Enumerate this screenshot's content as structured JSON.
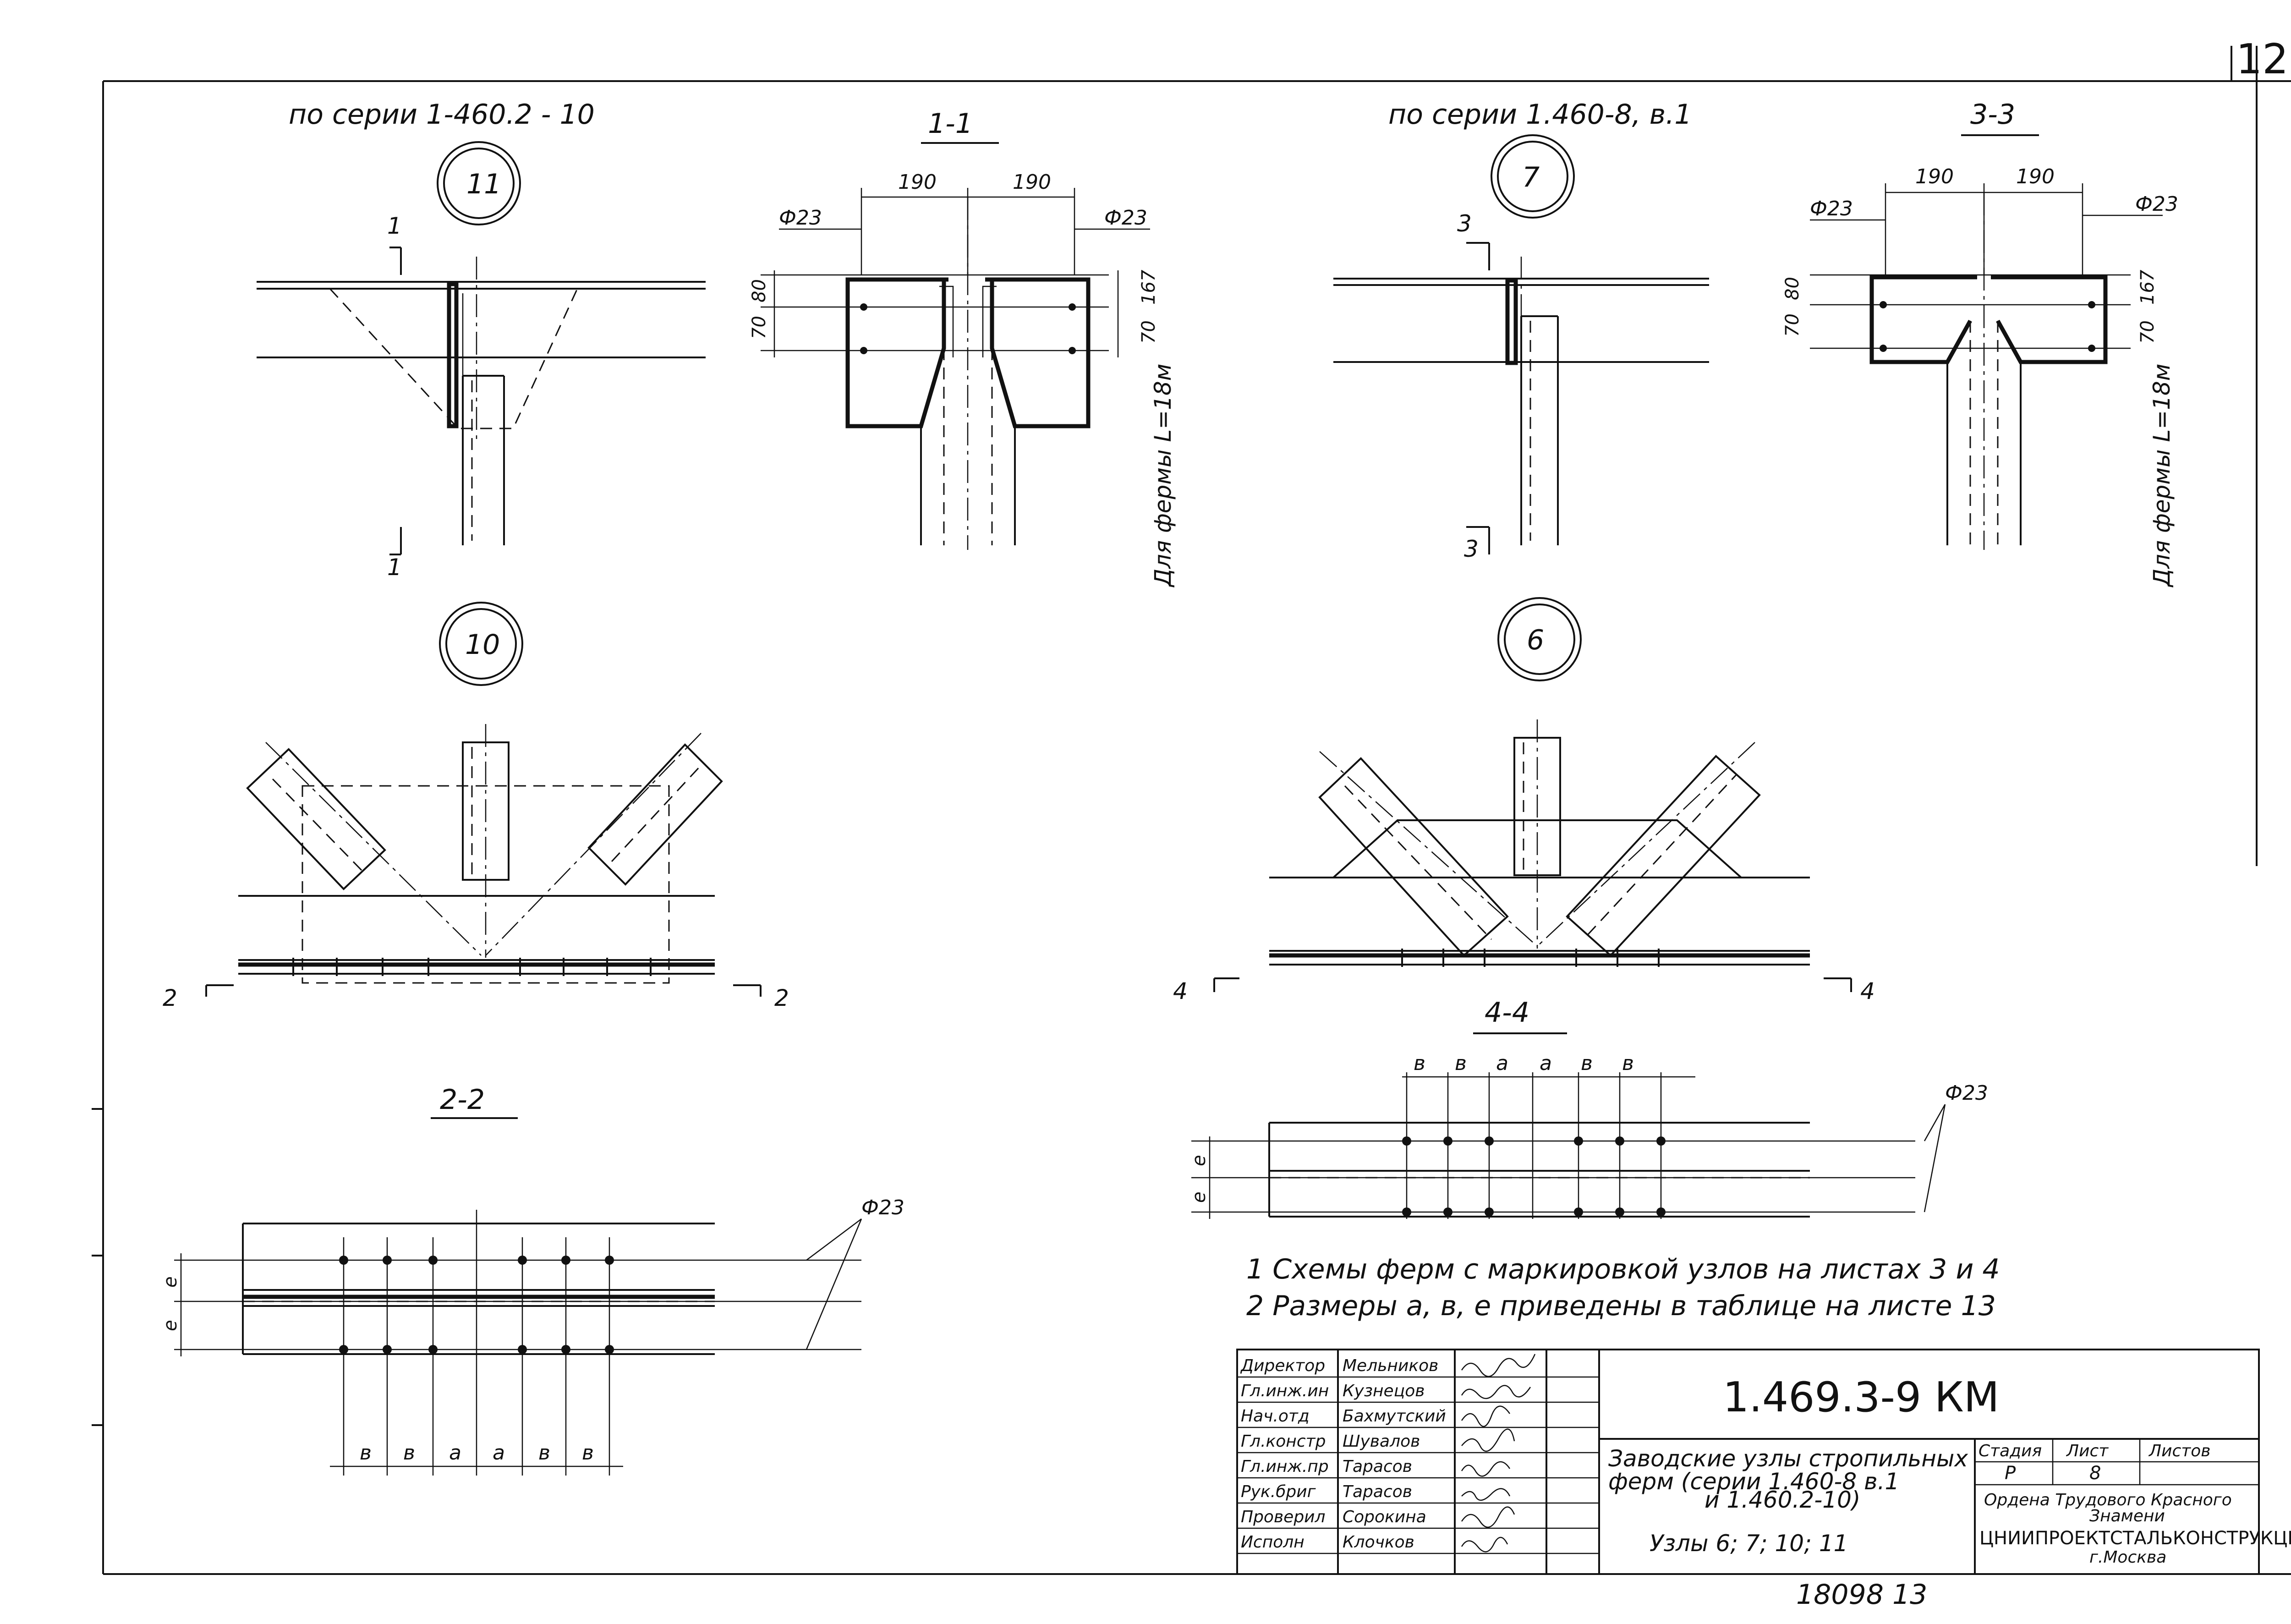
{
  "sheet_corner_number": "12",
  "header_left_series": "по серии 1-460.2 - 10",
  "header_right_series": "по серии 1.460-8, в.1",
  "nodes": {
    "n11": "11",
    "n7": "7",
    "n10": "10",
    "n6": "6"
  },
  "sections": {
    "s11": "1-1",
    "s33": "3-3",
    "s22": "2-2",
    "s44": "4-4"
  },
  "marks": {
    "m1": "1",
    "m3": "3",
    "m2": "2",
    "m4": "4"
  },
  "dims": {
    "d190": "190",
    "d80": "80",
    "d70": "70",
    "d167": "167"
  },
  "rebar": "Ф23",
  "truss_note": "Для фермы L=18м",
  "spacing_labels": [
    "в",
    "в",
    "а",
    "а",
    "в",
    "в"
  ],
  "edge_label": "е",
  "notes": [
    "1  Схемы ферм с маркировкой узлов на листах 3 и 4",
    "2  Размеры а, в, е приведены в таблице на листе 13"
  ],
  "title_block": {
    "roles": [
      "Директор",
      "Гл.инж.ин",
      "Нач.отд",
      "Гл.констр",
      "Гл.инж.пр",
      "Рук.бриг",
      "Проверил",
      "Исполн"
    ],
    "names": [
      "Мельников",
      "Кузнецов",
      "Бахмутский",
      "Шувалов",
      "Тарасов",
      "Тарасов",
      "Сорокина",
      "Клочков"
    ],
    "doc_code": "1.469.3-9 КМ",
    "description_1": "Заводские узлы стропильных",
    "description_2": "ферм (серии 1.460-8 в.1",
    "description_3": "и 1.460.2-10)",
    "nodes_line": "Узлы 6; 7; 10; 11",
    "stage_header": "Стадия",
    "sheet_header": "Лист",
    "sheets_header": "Листов",
    "stage_value": "Р",
    "sheet_value": "8",
    "org_1": "Ордена Трудового Красного",
    "org_2": "Знамени",
    "org_3": "ЦНИИПРОЕКТСТАЛЬКОНСТРУКЦИЯ",
    "org_4": "г.Москва"
  },
  "inventory_number": "18098   13"
}
